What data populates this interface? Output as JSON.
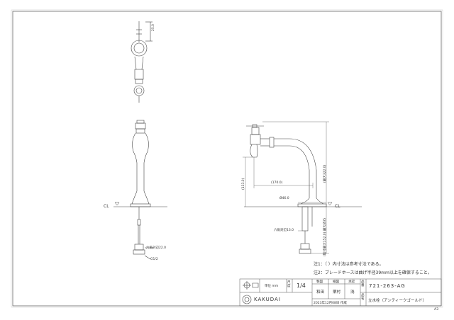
{
  "notes": {
    "note1": "注1：（ ）内寸法は参考寸法である。",
    "note2": "注2：ブレードホースは曲げ半径39mm以上を確保すること。"
  },
  "dimensions": {
    "top_25": "25.0",
    "nut_22": "六角対辺22.0",
    "thread_g12": "G1/2",
    "nut_13": "六角対辺13.0",
    "h_133": "(133.0)",
    "w_170": "(170.0)",
    "dia_46": "Ø46.0",
    "h_322": "(最大322.0)",
    "h_152": "(取付最大152.0) 最大Ø35",
    "cl_left": "CL",
    "cl_right": "CL"
  },
  "title_block": {
    "unit_label": "単位 mm",
    "scale_label": "尺度",
    "scale_value": "1/4",
    "drawn_label": "製図",
    "checked_label": "検図",
    "approved_label": "承認",
    "drawn_name": "和田",
    "checked_name": "栗村",
    "approved_name": "浅",
    "number_label": "品番",
    "part_number": "721-263-AG",
    "name_label": "品名",
    "part_name": "立水栓（アンティークゴールド）",
    "logo": "KAKUDAI",
    "date": "2023年12月08日 作成"
  },
  "sheet_size": "A3"
}
